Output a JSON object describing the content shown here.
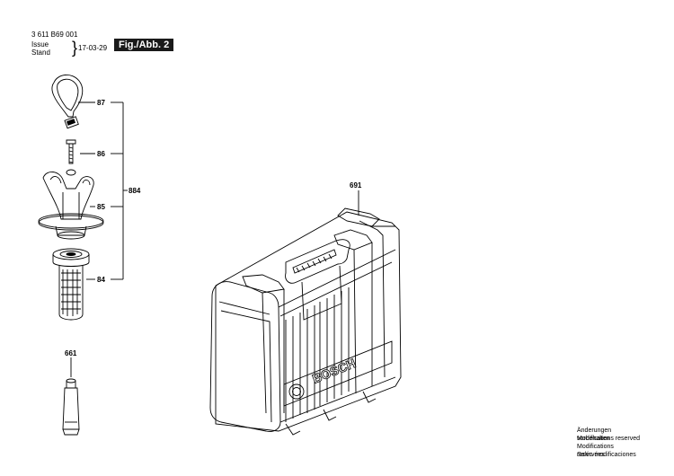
{
  "header": {
    "part_number": "3 611 B69 001",
    "issue_label": "Issue",
    "stand_label": "Stand",
    "date": "17-03-29",
    "fig_label": "Fig./Abb. 2"
  },
  "callouts": {
    "c87": "87",
    "c86": "86",
    "c85": "85",
    "c84": "84",
    "c884": "884",
    "c661": "661",
    "c691": "691"
  },
  "case": {
    "brand": "BOSCH"
  },
  "footer": {
    "line1": "Änderungen vorbehalten",
    "line2": "Modifications reserved",
    "line3": "Modifications resérvées",
    "line4": "Salvo modificaciones"
  }
}
